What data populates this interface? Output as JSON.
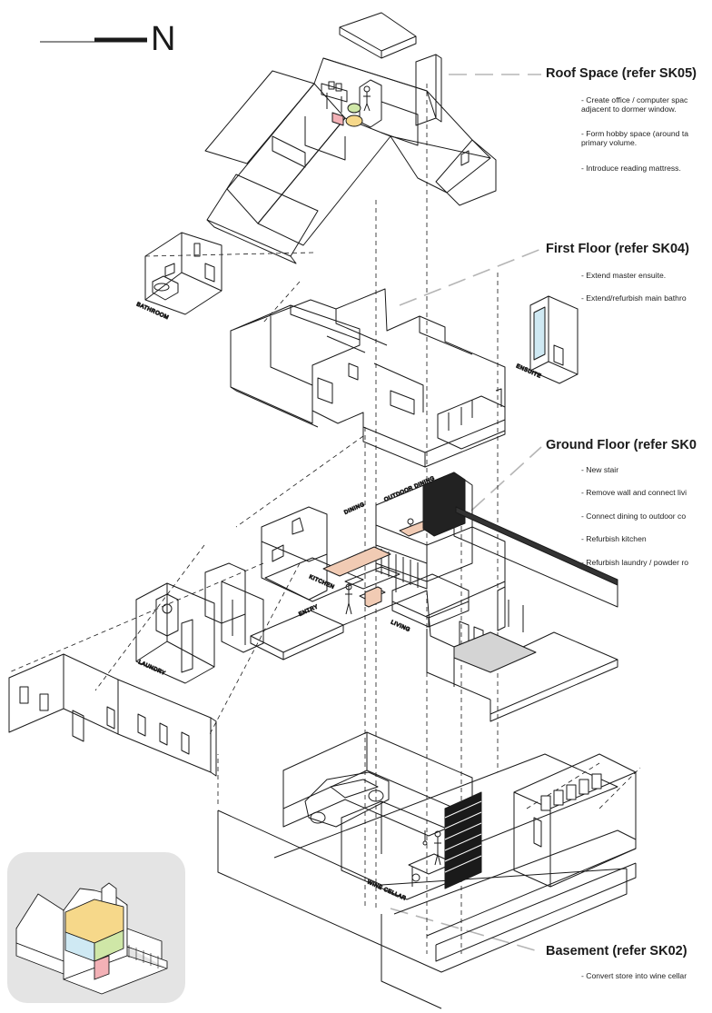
{
  "north_label": "N",
  "sections": [
    {
      "title": "Roof Space (refer SK05)",
      "notes": [
        "- Create office / computer spac",
        "adjacent to dormer window.",
        "- Form hobby space (around ta",
        "primary volume.",
        "- Introduce reading mattress."
      ]
    },
    {
      "title": "First Floor (refer SK04)",
      "notes": [
        "- Extend master ensuite.",
        "- Extend/refurbish main bathro"
      ]
    },
    {
      "title": "Ground Floor (refer SK0",
      "notes": [
        "- New stair",
        "- Remove wall and connect livi",
        "- Connect dining to outdoor co",
        "- Refurbish kitchen",
        "- Refurbish laundry / powder ro"
      ]
    },
    {
      "title": "Basement (refer SK02)",
      "notes": [
        "- Convert store into wine cellar"
      ]
    }
  ],
  "room_labels": {
    "bathroom": "BATHROOM",
    "ensuite": "ENSUITE",
    "kitchen": "KITCHEN",
    "entry": "ENTRY",
    "living": "LIVING",
    "laundry": "LAUNDRY",
    "wine_cellar": "WINE CELLAR",
    "dining": "DINING",
    "outdoor_dining": "OUTDOOR DINING"
  },
  "colors": {
    "ink": "#1a1a1a",
    "leader": "#b5b5b5",
    "timber": "#f1cbb4",
    "glass": "#cfe9f3",
    "desk_yellow": "#f6d88a",
    "lamp_green": "#cfe7a7",
    "chair_pink": "#f3b1b6",
    "paving": "#d4d4d4",
    "thumb_bg": "#e4e4e4"
  }
}
